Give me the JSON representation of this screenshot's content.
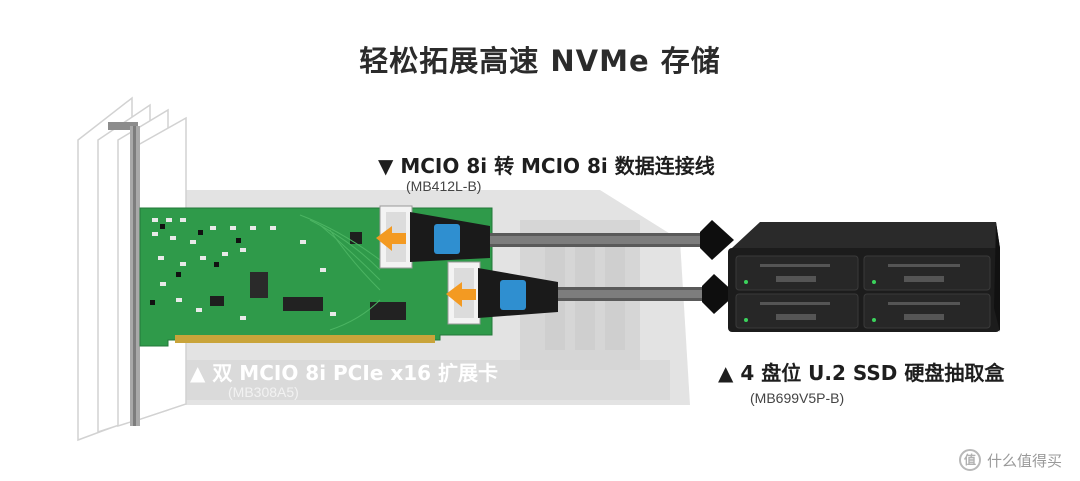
{
  "title": "轻松拓展高速 NVMe 存储",
  "cable": {
    "label": "▼ MCIO 8i 转 MCIO 8i 数据连接线",
    "model": "(MB412L-B)"
  },
  "card": {
    "label": "▲  双 MCIO 8i PCIe x16 扩展卡",
    "model": "(MB308A5)"
  },
  "enclosure": {
    "label": "▲ 4 盘位 U.2 SSD 硬盘抽取盒",
    "model": "(MB699V5P-B)"
  },
  "watermark": {
    "text": "什么值得买",
    "logo_glyph": "值"
  },
  "colors": {
    "pcb": "#2f9a4a",
    "arrow": "#f39a22",
    "connector": "#2f8fd0",
    "enclosure": "#1c1c1c"
  }
}
